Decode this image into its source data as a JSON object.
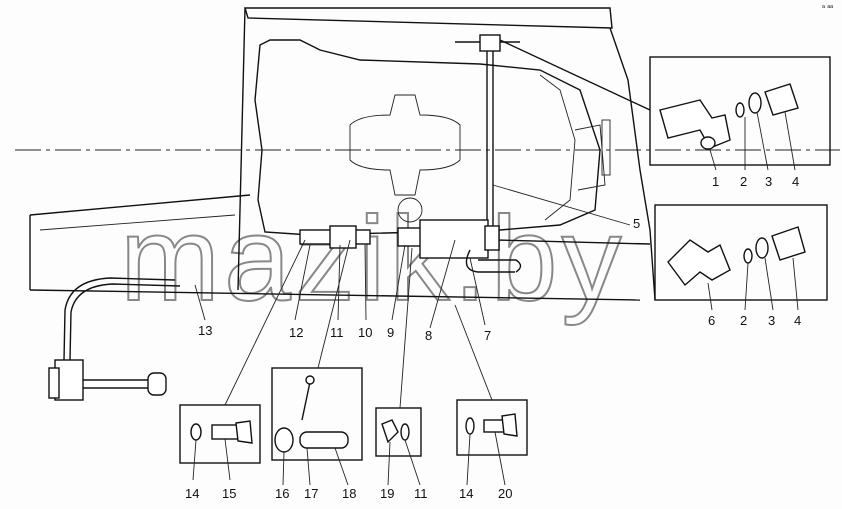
{
  "diagram": {
    "watermark": "mazik.by",
    "corner_mark": "ᵃ ᵃᵃ",
    "callouts": {
      "c1": "1",
      "c2a": "2",
      "c3a": "3",
      "c4a": "4",
      "c5": "5",
      "c6": "6",
      "c2b": "2",
      "c3b": "3",
      "c4b": "4",
      "c7": "7",
      "c8": "8",
      "c9": "9",
      "c10": "10",
      "c11a": "11",
      "c12": "12",
      "c13": "13",
      "c14a": "14",
      "c15": "15",
      "c16": "16",
      "c17": "17",
      "c18": "18",
      "c19": "19",
      "c11b": "11",
      "c14b": "14",
      "c20": "20"
    }
  }
}
